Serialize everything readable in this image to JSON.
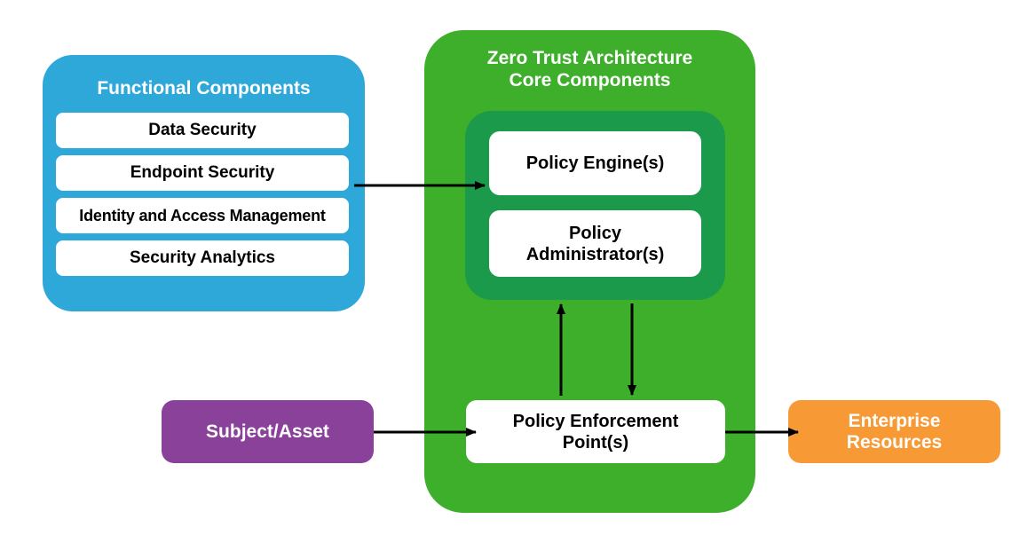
{
  "functional": {
    "title": "Functional Components",
    "items": [
      "Data Security",
      "Endpoint Security",
      "Identity and Access Management",
      "Security Analytics"
    ]
  },
  "zta": {
    "title_line1": "Zero Trust Architecture",
    "title_line2": "Core Components",
    "policy_engine": "Policy Engine(s)",
    "policy_admin_line1": "Policy",
    "policy_admin_line2": "Administrator(s)",
    "pep_line1": "Policy Enforcement",
    "pep_line2": "Point(s)"
  },
  "subject": {
    "label": "Subject/Asset"
  },
  "enterprise": {
    "line1": "Enterprise",
    "line2": "Resources"
  },
  "colors": {
    "functional": "#2ea7d9",
    "zta": "#3daf2a",
    "pdp": "#1c9a4b",
    "subject": "#8a4199",
    "enterprise": "#f79a36"
  }
}
